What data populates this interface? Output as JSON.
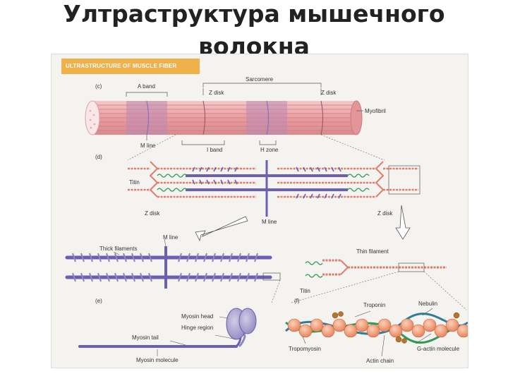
{
  "slide": {
    "title_line1": "Ултраструктура мышечного",
    "title_line2": "волокна"
  },
  "figure": {
    "banner": "ULTRASTRUCTURE OF MUSCLE FIBER",
    "panel_c_top": {
      "letter": "(c)",
      "a_band": "A band",
      "sarcomere": "Sarcomere",
      "z_disk_left": "Z disk",
      "z_disk_right": "Z disk",
      "myofibril": "Myofibril",
      "m_line": "M line",
      "i_band": "I band",
      "h_zone": "H zone"
    },
    "panel_d": {
      "letter": "(d)",
      "titin": "Titin",
      "z_disk_left": "Z disk",
      "z_disk_right": "Z disk",
      "m_line": "M line"
    },
    "panel_thick": {
      "thick_filaments": "Thick filaments",
      "m_line": "M line"
    },
    "panel_thin": {
      "thin_filament": "Thin filament",
      "titin": "Titin"
    },
    "panel_e": {
      "letter": "(e)",
      "myosin_head": "Myosin head",
      "hinge_region": "Hinge region",
      "myosin_tail": "Myosin tail",
      "myosin_molecule": "Myosin molecule"
    },
    "panel_f": {
      "letter": "(f)",
      "troponin": "Troponin",
      "nebulin": "Nebulin",
      "tropomyosin": "Tropomyosin",
      "g_actin": "G-actin molecule",
      "actin_chain": "Actin chain"
    }
  },
  "colors": {
    "accent_banner": "#f0b14a",
    "thick_filament": "#6a5fb0",
    "thin_filament": "#e07c6c",
    "titin": "#2e9a56",
    "myofibril": "#f0a9aa"
  }
}
